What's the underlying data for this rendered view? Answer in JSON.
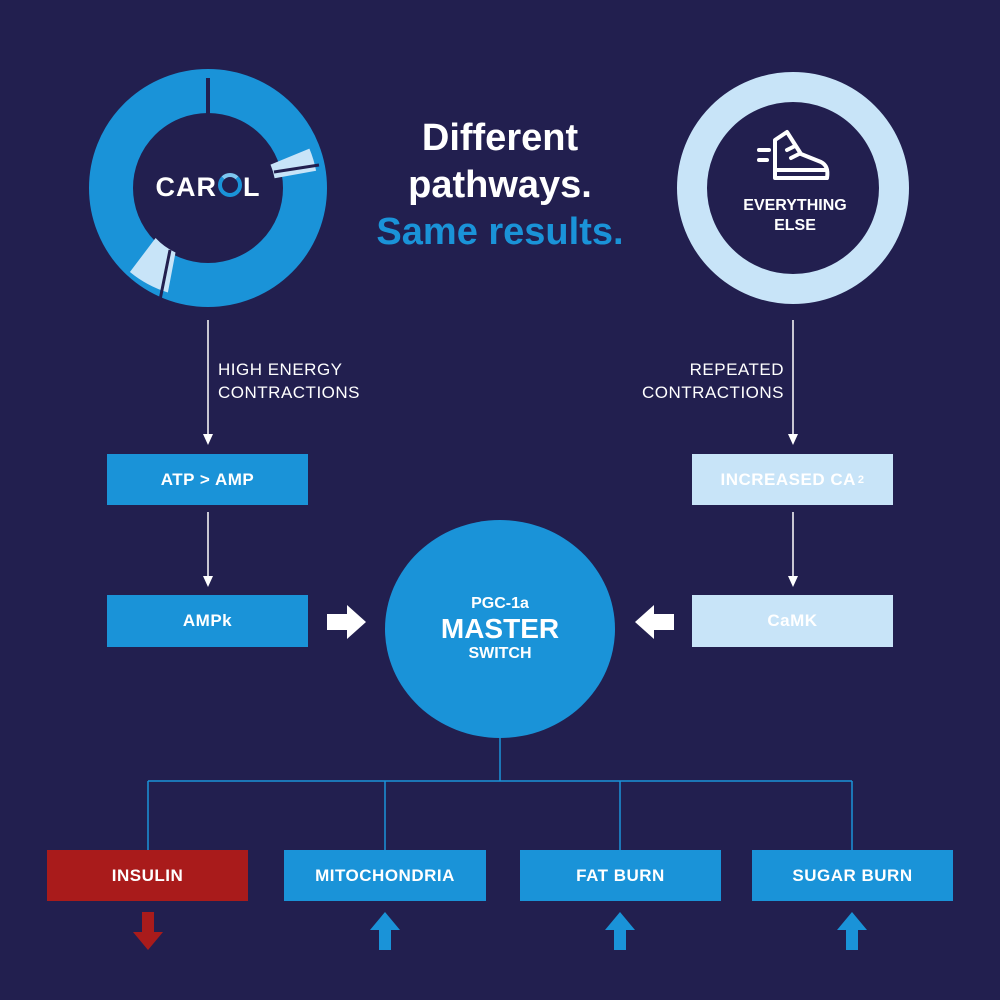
{
  "headline": {
    "line1": "Different",
    "line2": "pathways.",
    "line3": "Same results."
  },
  "left_ring": {
    "brand_pre": "CAR",
    "brand_post": "L"
  },
  "right_ring": {
    "line1": "EVERYTHING",
    "line2": "ELSE"
  },
  "left_path": {
    "note_line1": "HIGH ENERGY",
    "note_line2": "CONTRACTIONS",
    "step1": "ATP > AMP",
    "step2": "AMPk"
  },
  "right_path": {
    "note_line1": "REPEATED",
    "note_line2": "CONTRACTIONS",
    "step1": "INCREASED CA",
    "step1_sup": "2",
    "step2": "CaMK"
  },
  "master": {
    "line1": "PGC-1a",
    "line2": "MASTER",
    "line3": "SWITCH"
  },
  "outcomes": [
    {
      "label": "INSULIN",
      "direction": "down",
      "color": "#a91b1b"
    },
    {
      "label": "MITOCHONDRIA",
      "direction": "up",
      "color": "#1a93d8"
    },
    {
      "label": "FAT BURN",
      "direction": "up",
      "color": "#1a93d8"
    },
    {
      "label": "SUGAR BURN",
      "direction": "up",
      "color": "#1a93d8"
    }
  ],
  "colors": {
    "background": "#221f4f",
    "accent_blue": "#1a93d8",
    "pale_blue": "#c8e4f8",
    "insulin_red": "#a91b1b"
  }
}
